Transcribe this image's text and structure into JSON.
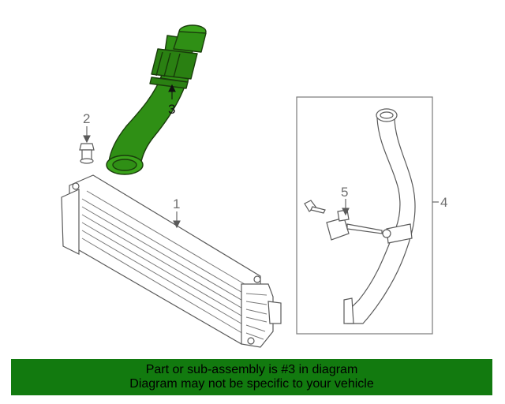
{
  "diagram": {
    "callouts": {
      "part1": "1",
      "part2": "2",
      "part3": "3",
      "part4": "4",
      "part5": "5"
    },
    "highlight_part": "3",
    "colors": {
      "highlight": "#2f8f15",
      "line": "#5a5a5a",
      "banner": "#127a0f"
    }
  },
  "banner": {
    "line1": "Part or sub-assembly is #3 in diagram",
    "line2": "Diagram may not be specific to your vehicle"
  }
}
